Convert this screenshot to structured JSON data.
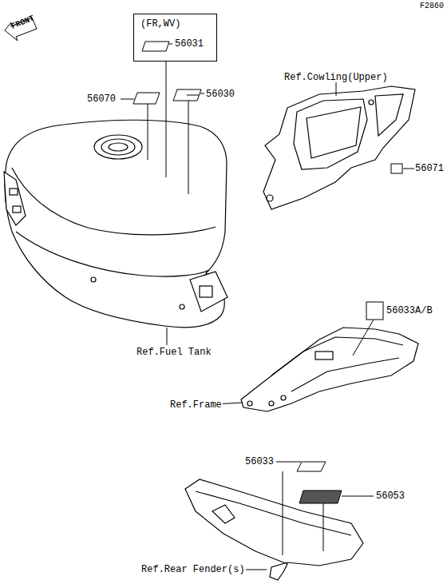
{
  "diagram": {
    "nodes": [
      {
        "text": [
          "(FR,WV)",
          "56031"
        ]
      }
    ],
    "labels": [
      "F2860",
      "FRONT",
      "56070",
      "56030",
      "Ref.Cowling(Upper)",
      "56071",
      "56033A/B",
      "Ref.Fuel Tank",
      "Ref.Frame",
      "56033",
      "56053",
      "Ref.Rear Fender(s)"
    ]
  }
}
